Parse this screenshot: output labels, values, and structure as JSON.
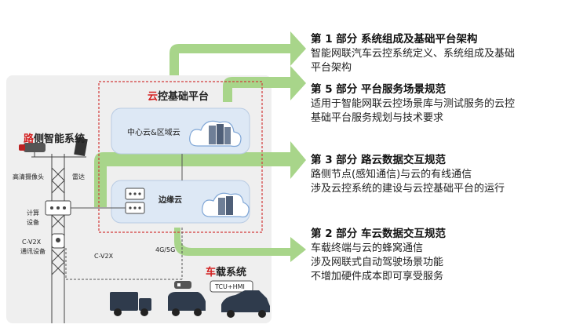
{
  "platform_title_prefix": "云",
  "platform_title_rest": "控基础平台",
  "central_cloud_label": "中心云&区域云",
  "edge_cloud_label": "边缘云",
  "roadside": {
    "title_prefix": "路",
    "title_rest": "侧智能系统",
    "camera_label": "高清摄像头",
    "radar_label": "雷达",
    "compute_label_1": "计算",
    "compute_label_2": "设备",
    "comm_label_1": "C-V2X",
    "comm_label_2": "通讯设备",
    "cv2x_link_label": "C-V2X"
  },
  "link_4g5g_label": "4G/5G",
  "vehicle": {
    "title_prefix": "车",
    "title_rest": "载系统",
    "tcu_label": "TCU+HMI"
  },
  "parts": [
    {
      "title": "第 1 部分  系统组成及基础平台架构",
      "lines": [
        "智能网联汽车云控系统定义、系统组成及基础",
        "平台架构"
      ]
    },
    {
      "title": "第 5 部分  平台服务场景规范",
      "lines": [
        "适用于智能网联云控场景库与测试服务的云控",
        "基础平台服务规划与技术要求"
      ]
    },
    {
      "title": "第 3 部分  路云数据交互规范",
      "lines": [
        "路侧节点(感知通信)与云的有线通信",
        "涉及云控系统的建设与云控基础平台的运行"
      ]
    },
    {
      "title": "第 2 部分  车云数据交互规范",
      "lines": [
        "车载终端与云的蜂窝通信",
        "涉及网联式自动驾驶场景功能",
        "不增加硬件成本即可享受服务"
      ]
    }
  ],
  "colors": {
    "arrow_green": "#a8d58a",
    "panel_bg": "#efefef",
    "highlight_red": "#d32020",
    "cloud_blue": "#dde8f5",
    "dashed_red": "#d23a3a"
  }
}
